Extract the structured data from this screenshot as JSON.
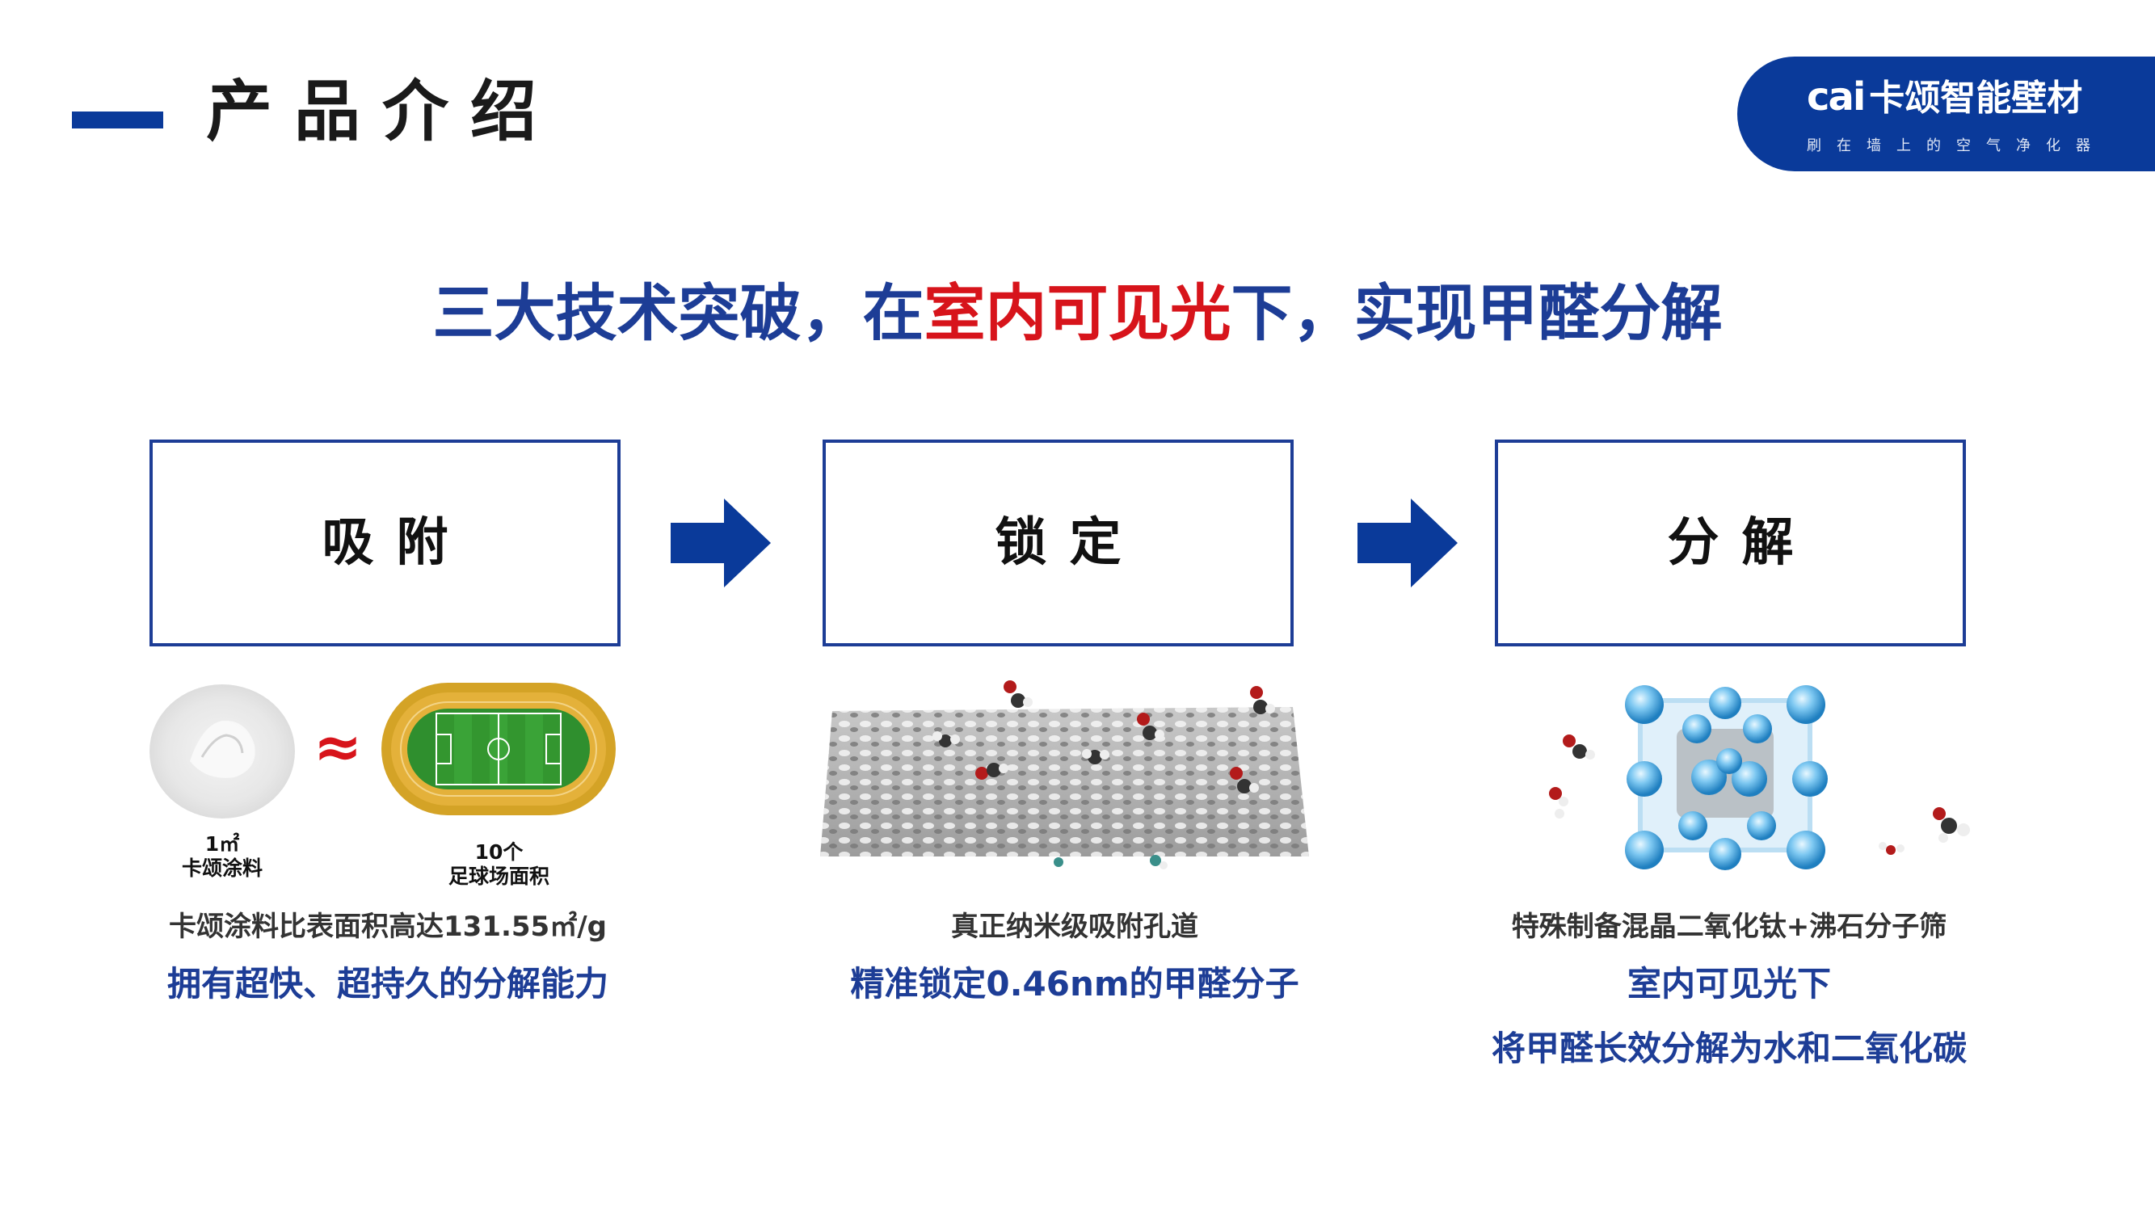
{
  "header": {
    "title": "产品介绍"
  },
  "logo": {
    "mark": "cai",
    "brand": "卡颂智能壁材",
    "tagline": "刷在墙上的空气净化器"
  },
  "headline": {
    "part1": "三大技术突破，在",
    "highlight": "室内可见光",
    "part2": "下，实现甲醛分解"
  },
  "steps": [
    {
      "label": "吸附"
    },
    {
      "label": "锁定"
    },
    {
      "label": "分解"
    }
  ],
  "adsorb": {
    "approx_symbol": "≈",
    "powder_label_line1": "1㎡",
    "powder_label_line2": "卡颂涂料",
    "field_label_line1": "10个",
    "field_label_line2": "足球场面积",
    "caption": "卡颂涂料比表面积高达131.55㎡/g",
    "highlight": "拥有超快、超持久的分解能力"
  },
  "lock": {
    "caption": "真正纳米级吸附孔道",
    "highlight": "精准锁定0.46nm的甲醛分子"
  },
  "decompose": {
    "caption": "特殊制备混晶二氧化钛+沸石分子筛",
    "highlight_line1": "室内可见光下",
    "highlight_line2": "将甲醛长效分解为水和二氧化碳"
  },
  "colors": {
    "brand_blue": "#1d3d96",
    "dark_blue": "#0a3a9a",
    "highlight_red": "#d7141b"
  }
}
